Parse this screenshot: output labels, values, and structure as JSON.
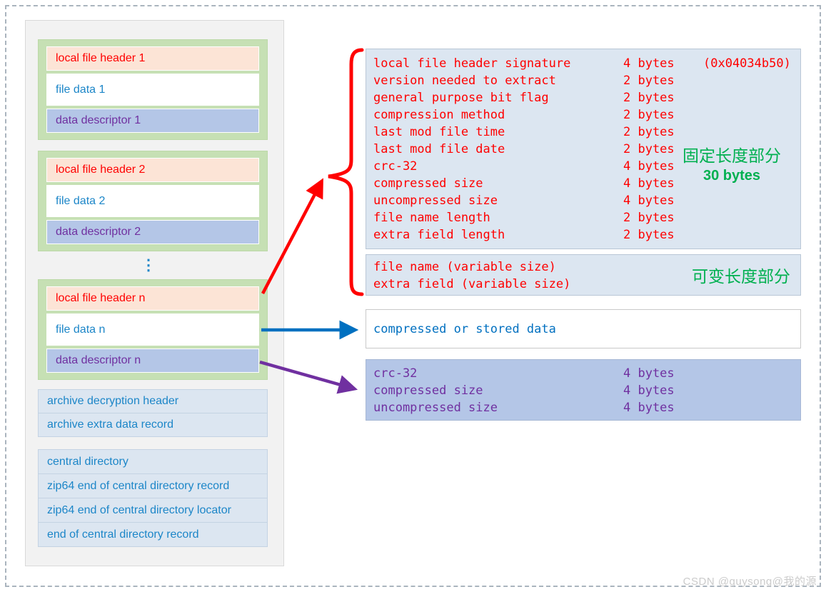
{
  "palette": {
    "red_text": "#ff0000",
    "blue_text": "#1c86c8",
    "mono_blue": "#0070c0",
    "purple_text": "#7030a0",
    "green_text": "#00b050",
    "green_block_bg": "#c6e0b4",
    "header_bg": "#fce4d6",
    "descriptor_bg": "#b4c6e7",
    "lightblue_bg": "#dce6f1",
    "red_arrow": "#ff0000",
    "blue_arrow": "#0070c0",
    "purple_arrow": "#7030a0"
  },
  "left_panel": {
    "blocks": [
      {
        "header": "local file header 1",
        "data": "file data 1",
        "descriptor": "data descriptor 1"
      },
      {
        "header": "local file header 2",
        "data": "file data 2",
        "descriptor": "data descriptor 2"
      },
      {
        "header": "local file header n",
        "data": "file data n",
        "descriptor": "data descriptor n"
      }
    ],
    "ellipsis": "⋮",
    "archive_rows": [
      "archive decryption header",
      "archive extra data record"
    ],
    "central_rows": [
      "central directory",
      "zip64 end of central directory record",
      "zip64 end of central directory locator",
      "end of central directory record"
    ]
  },
  "fixed_box": {
    "rows": [
      {
        "label": "local file header signature",
        "size": "4 bytes",
        "note": "(0x04034b50)"
      },
      {
        "label": "version needed to extract",
        "size": "2 bytes"
      },
      {
        "label": "general purpose bit flag",
        "size": "2 bytes"
      },
      {
        "label": "compression method",
        "size": "2 bytes"
      },
      {
        "label": "last mod file time",
        "size": "2 bytes"
      },
      {
        "label": "last mod file date",
        "size": "2 bytes"
      },
      {
        "label": "crc-32",
        "size": "4 bytes"
      },
      {
        "label": "compressed size",
        "size": "4 bytes"
      },
      {
        "label": "uncompressed size",
        "size": "4 bytes"
      },
      {
        "label": "file name length",
        "size": "2 bytes"
      },
      {
        "label": "extra field length",
        "size": "2 bytes"
      }
    ],
    "annotation_title": "固定长度部分",
    "annotation_sub": "30 bytes"
  },
  "variable_box": {
    "rows": [
      "file name (variable size)",
      "extra field (variable size)"
    ],
    "annotation": "可变长度部分"
  },
  "data_box": {
    "label": "compressed or stored data"
  },
  "descriptor_box": {
    "rows": [
      {
        "label": "crc-32",
        "size": "4 bytes"
      },
      {
        "label": "compressed size",
        "size": "4 bytes"
      },
      {
        "label": "uncompressed size",
        "size": "4 bytes"
      }
    ]
  },
  "watermark": "CSDN @guysong@我的源"
}
